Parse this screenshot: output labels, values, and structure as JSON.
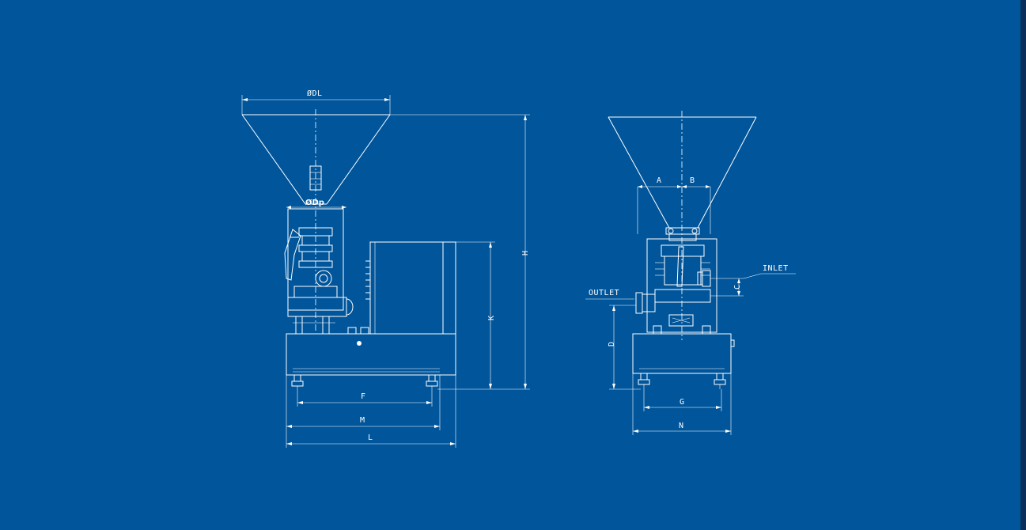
{
  "colors": {
    "background": "#00559b",
    "frame_edge": "#0a2f5a",
    "line": "#ffffff"
  },
  "front_view": {
    "labels": {
      "dl": "ØDL",
      "dp": "ØDp",
      "h": "H",
      "k": "K",
      "f": "F",
      "m": "M",
      "l": "L"
    }
  },
  "side_view": {
    "labels": {
      "a": "A",
      "b": "B",
      "c": "C",
      "d": "D",
      "g": "G",
      "n": "N",
      "inlet": "INLET",
      "outlet": "OUTLET"
    }
  }
}
